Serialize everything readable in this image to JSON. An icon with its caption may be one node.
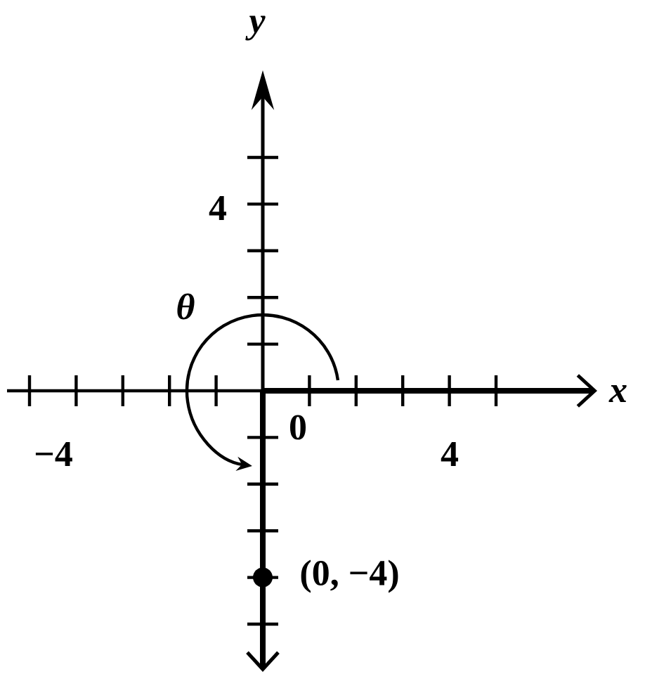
{
  "diagram": {
    "labels": [
      "y",
      "4",
      "θ",
      "x",
      "0",
      "−4",
      "4",
      "(0, −4)"
    ]
  }
}
